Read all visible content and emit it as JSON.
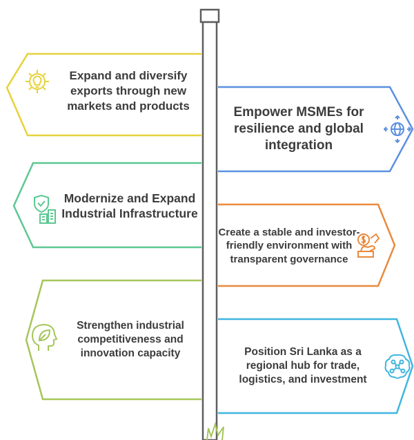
{
  "colors": {
    "yellow": "#e6d23a",
    "blue": "#5b8fe0",
    "green": "#5cc791",
    "orange": "#e98a3c",
    "lime": "#a5c65a",
    "cyan": "#3fb6e0",
    "pole": "#5e5e5e",
    "text": "#3c3c3c"
  },
  "signs": [
    {
      "text": "Expand and diversify exports through new markets and products",
      "color": "yellow",
      "icon": "gear-lightbulb-icon"
    },
    {
      "text": "Empower MSMEs for resilience and global integration",
      "color": "blue",
      "icon": "globe-arrows-icon"
    },
    {
      "text": "Modernize and Expand Industrial Infrastructure",
      "color": "green",
      "icon": "shield-buildings-icon"
    },
    {
      "text": "Create a stable and investor-friendly environment with transparent governance",
      "color": "orange",
      "icon": "hand-money-icon"
    },
    {
      "text": "Strengthen industrial competitiveness and innovation capacity",
      "color": "lime",
      "icon": "head-leaf-icon"
    },
    {
      "text": "Position Sri Lanka as a regional hub for trade, logistics, and investment",
      "color": "cyan",
      "icon": "network-brain-icon"
    }
  ]
}
